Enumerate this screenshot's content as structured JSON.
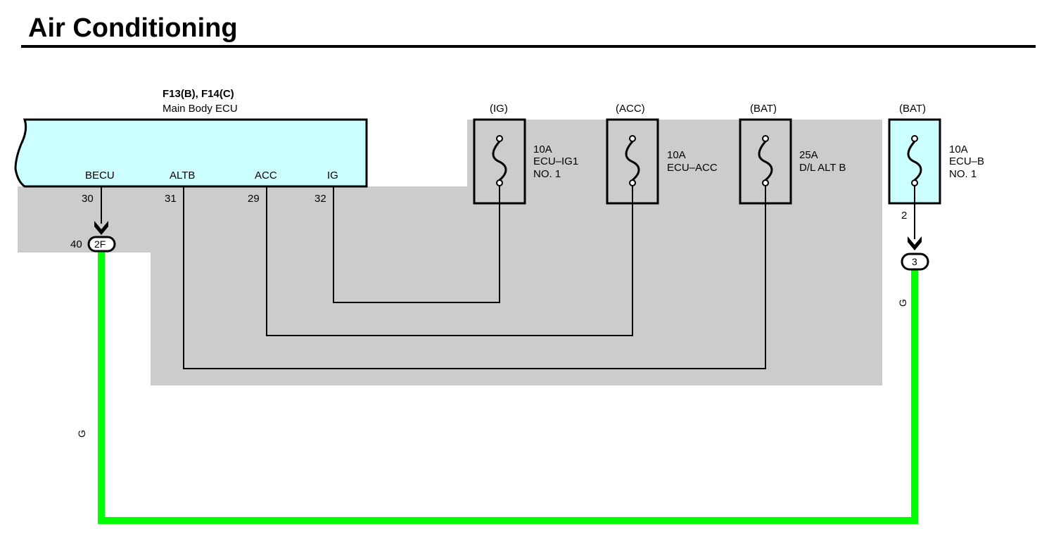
{
  "title": "Air Conditioning",
  "ecu": {
    "connector_ref": "F13(B), F14(C)",
    "name": "Main Body ECU",
    "terminals": [
      {
        "label": "BECU",
        "pin": "30"
      },
      {
        "label": "ALTB",
        "pin": "31"
      },
      {
        "label": "ACC",
        "pin": "29"
      },
      {
        "label": "IG",
        "pin": "32"
      }
    ]
  },
  "fuses": [
    {
      "source": "(IG)",
      "rating": "10A",
      "name": "ECU–IG1",
      "name2": "NO. 1"
    },
    {
      "source": "(ACC)",
      "rating": "10A",
      "name": "ECU–ACC",
      "name2": ""
    },
    {
      "source": "(BAT)",
      "rating": "25A",
      "name": "D/L ALT B",
      "name2": ""
    },
    {
      "source": "(BAT)",
      "rating": "10A",
      "name": "ECU–B",
      "name2": "NO. 1",
      "pin": "2"
    }
  ],
  "connectors": [
    {
      "id": "2F",
      "pin": "40"
    },
    {
      "id": "3"
    }
  ],
  "wire_color_labels": [
    "G",
    "G"
  ],
  "colors": {
    "ecu_fill": "#ccffff",
    "shade": "#cccccc",
    "green_wire": "#00ff00"
  }
}
